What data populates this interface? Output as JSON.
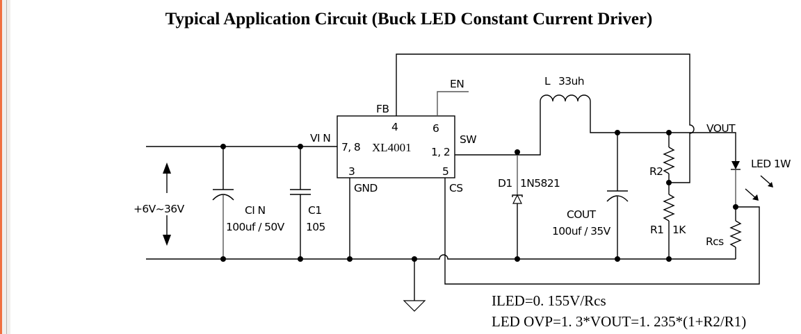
{
  "title": "Typical Application Circuit (Buck LED Constant Current Driver)",
  "ic": {
    "part": "XL4001",
    "pins": {
      "fb_label": "FB",
      "fb_pin": "4",
      "en_label": "EN",
      "en_pin": "6",
      "vin_label": "VI N",
      "vin_pin": "7, 8",
      "sw_label": "SW",
      "sw_pin": "1, 2",
      "gnd_label": "GND",
      "gnd_pin": "3",
      "cs_label": "CS",
      "cs_pin": "5"
    }
  },
  "input": {
    "voltage_range": "+6V~36V"
  },
  "components": {
    "cin": {
      "name": "CI N",
      "value": "100uf / 50V"
    },
    "c1": {
      "name": "C1",
      "value": "105"
    },
    "inductor": {
      "name": "L",
      "value": "33uh"
    },
    "diode": {
      "name": "D1",
      "value": "1N5821"
    },
    "cout": {
      "name": "COUT",
      "value": "100uf / 35V"
    },
    "r2": {
      "name": "R2"
    },
    "r1": {
      "name": "R1",
      "value": "1K"
    },
    "rcs": {
      "name": "Rcs"
    },
    "led": {
      "name": "LED 1W"
    }
  },
  "nets": {
    "vout": "VOUT"
  },
  "formulas": {
    "iled": "ILED=0. 155V/Rcs",
    "ovp": "LED OVP=1. 3*VOUT=1. 235*(1+R2/R1)"
  }
}
